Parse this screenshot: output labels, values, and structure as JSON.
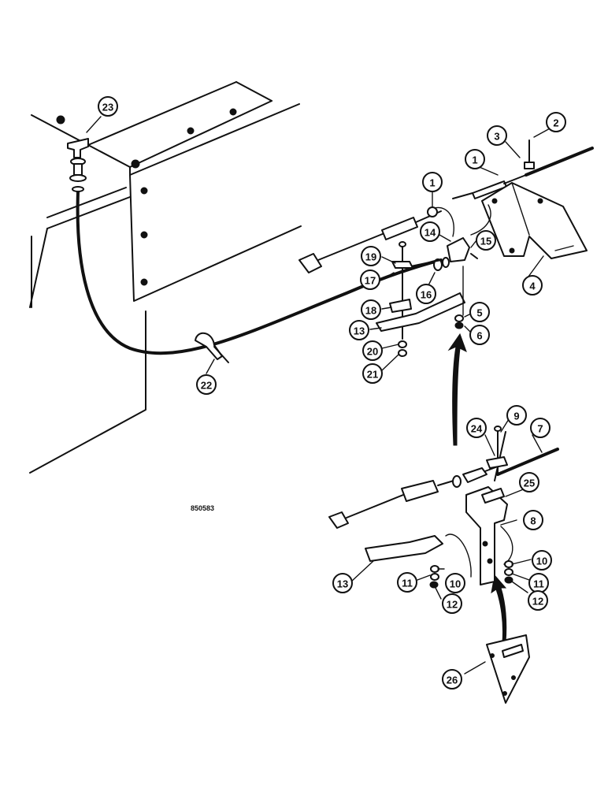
{
  "drawing_number": "850583",
  "callouts": [
    {
      "id": "c23",
      "label": "23"
    },
    {
      "id": "c2",
      "label": "2"
    },
    {
      "id": "c3",
      "label": "3"
    },
    {
      "id": "c1a",
      "label": "1"
    },
    {
      "id": "c1b",
      "label": "1"
    },
    {
      "id": "c14",
      "label": "14"
    },
    {
      "id": "c15",
      "label": "15"
    },
    {
      "id": "c19",
      "label": "19"
    },
    {
      "id": "c17",
      "label": "17"
    },
    {
      "id": "c16",
      "label": "16"
    },
    {
      "id": "c4",
      "label": "4"
    },
    {
      "id": "c18",
      "label": "18"
    },
    {
      "id": "c5",
      "label": "5"
    },
    {
      "id": "c13a",
      "label": "13"
    },
    {
      "id": "c6",
      "label": "6"
    },
    {
      "id": "c20",
      "label": "20"
    },
    {
      "id": "c21",
      "label": "21"
    },
    {
      "id": "c22",
      "label": "22"
    },
    {
      "id": "c24",
      "label": "24"
    },
    {
      "id": "c9",
      "label": "9"
    },
    {
      "id": "c7",
      "label": "7"
    },
    {
      "id": "c25",
      "label": "25"
    },
    {
      "id": "c8",
      "label": "8"
    },
    {
      "id": "c10a",
      "label": "10"
    },
    {
      "id": "c13b",
      "label": "13"
    },
    {
      "id": "c11a",
      "label": "11"
    },
    {
      "id": "c10b",
      "label": "10"
    },
    {
      "id": "c11b",
      "label": "11"
    },
    {
      "id": "c12a",
      "label": "12"
    },
    {
      "id": "c12b",
      "label": "12"
    },
    {
      "id": "c26",
      "label": "26"
    }
  ]
}
